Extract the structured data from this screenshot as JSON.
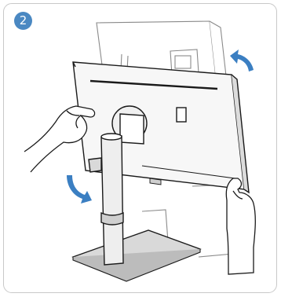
{
  "step": {
    "number": "2",
    "badge_color": "#4a88c2"
  },
  "colors": {
    "arrow": "#3b7fc2",
    "outline": "#1a1a1a",
    "ghost_outline": "#8a8a8a",
    "monitor_fill": "#f7f7f7",
    "stand_fill": "#eeeeee",
    "base_fill": "#d9d9d9"
  },
  "icons": [
    "rotate-counterclockwise-arrow",
    "rotate-clockwise-arrow",
    "left-hand-icon",
    "right-hand-icon"
  ]
}
